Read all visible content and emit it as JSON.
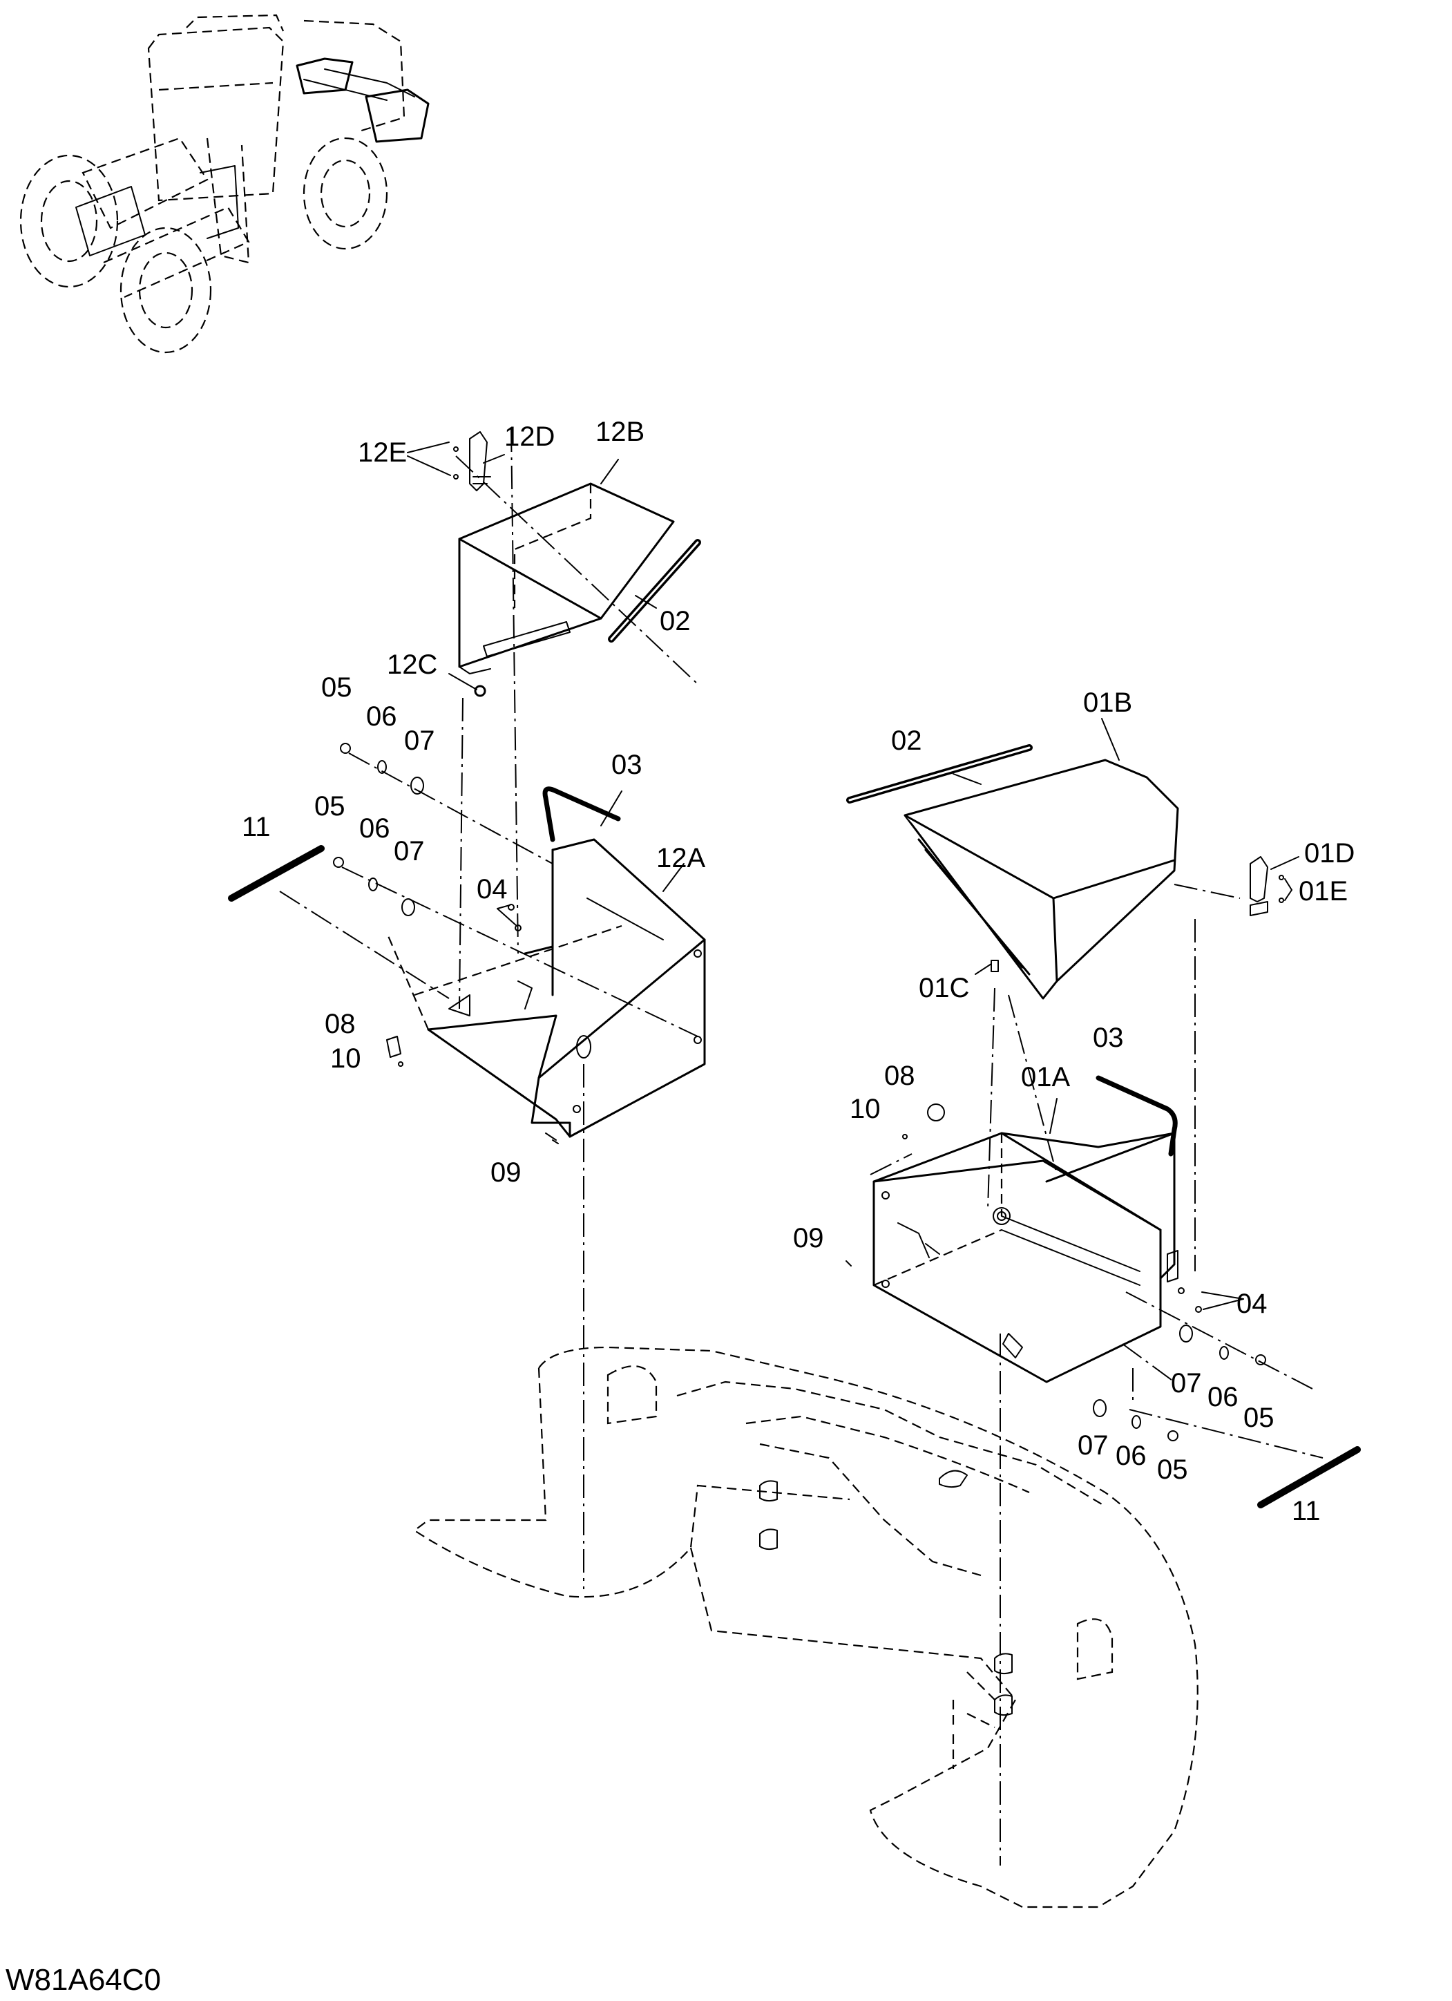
{
  "drawing_code": "W81A64C0",
  "labels": {
    "l_12E": "12E",
    "l_12D": "12D",
    "l_12B": "12B",
    "l_02_left": "02",
    "l_12C": "12C",
    "l_05_l1": "05",
    "l_06_l1": "06",
    "l_07_l1": "07",
    "l_03_left": "03",
    "l_11_left": "11",
    "l_05_l2": "05",
    "l_06_l2": "06",
    "l_07_l2": "07",
    "l_12A": "12A",
    "l_04_left": "04",
    "l_08_left": "08",
    "l_10_left": "10",
    "l_09_left": "09",
    "l_02_right": "02",
    "l_01B": "01B",
    "l_01D": "01D",
    "l_01E": "01E",
    "l_01C": "01C",
    "l_03_right": "03",
    "l_08_right": "08",
    "l_01A": "01A",
    "l_10_right": "10",
    "l_09_right": "09",
    "l_04_right": "04",
    "l_07_r1": "07",
    "l_06_r1": "06",
    "l_05_r1": "05",
    "l_07_r2": "07",
    "l_06_r2": "06",
    "l_05_r2": "05",
    "l_11_right": "11"
  }
}
